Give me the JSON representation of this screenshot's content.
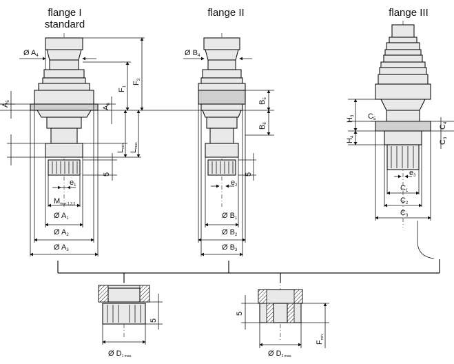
{
  "titles": {
    "flange1_line1": "flange I",
    "flange1_line2": "standard",
    "flange2": "flange II",
    "flange3": "flange III"
  },
  "flange1_labels": {
    "A4": "Ø A",
    "A4_sub": "4",
    "A1": "Ø A",
    "A1_sub": "1",
    "A2": "Ø A",
    "A2_sub": "2",
    "A3": "Ø A",
    "A3_sub": "3",
    "A5_left": "A",
    "A5_left_sub": "5",
    "A6": "A",
    "A6_sub": "6",
    "F1": "F",
    "F1_sub": "1",
    "F3": "F",
    "F3_sub": "3",
    "Lmin": "L",
    "Lmin_sub": "min.",
    "Lmax": "L",
    "Lmax_sub": "max.",
    "five": "5",
    "e1": "e",
    "e1_sub": "1",
    "M": "M",
    "M_sub": "max.1,2,3"
  },
  "flange2_labels": {
    "B4": "Ø B",
    "B4_sub": "4",
    "B1": "Ø B",
    "B1_sub": "1",
    "B2": "Ø B",
    "B2_sub": "2",
    "B3": "Ø B",
    "B3_sub": "3",
    "B5": "B",
    "B5_sub": "5",
    "B6": "B",
    "B6_sub": "6",
    "five": "5",
    "e2": "e",
    "e2_sub": "2"
  },
  "flange3_labels": {
    "H3": "H",
    "H3_sub": "3",
    "H4": "H",
    "H4_sub": "4",
    "C5": "C",
    "C5_sub": "5",
    "C4": "C",
    "C4_sub": "4",
    "C3": "C",
    "C3_sub": "3",
    "C1": "C",
    "C1_sub": "1",
    "C2": "C",
    "C2_sub": "2",
    "Cbottom": "C",
    "Cbottom_sub": "3",
    "e3": "e",
    "e3_sub": "3"
  },
  "bottom_labels": {
    "D1": "Ø D",
    "D1_sub": "1 max.",
    "D2": "Ø D",
    "D2_sub": "2 max.",
    "five_left": "5",
    "five_right": "5",
    "Fmin": "F",
    "Fmin_sub": "min."
  }
}
